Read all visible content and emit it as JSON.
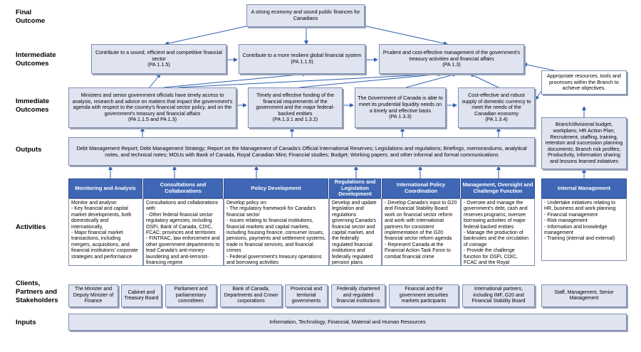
{
  "rows": {
    "final": "Final\nOutcome",
    "intermediate": "Intermediate\nOutcomes",
    "immediate": "Immediate\nOutcomes",
    "outputs": "Outputs",
    "activities": "Activities",
    "clients": "Clients,\nPartners and\nStakeholders",
    "inputs": "Inputs"
  },
  "final_outcome": "A strong economy and sound public finances for Canadians",
  "intermediate_outcomes": [
    {
      "text": "Contribute to a sound, efficient and competitive financial sector",
      "ref": "(PA 1.1.5)"
    },
    {
      "text": "Contribute to a more resilient global financial system",
      "ref": "(PA 1.1.5)"
    },
    {
      "text": "Prudent and cost-effective management of the government's treasury activities and financial affairs",
      "ref": "(PA 1.3)"
    }
  ],
  "immediate_outcomes": [
    {
      "text": "Ministers and senior government officials have timely access to analysis, research and advice on matters that impact the government's agenda with respect to the country's financial sector policy, and on the government's treasury and financial affairs",
      "ref": "(PA 1.1.5 and PA 1.3)"
    },
    {
      "text": "Timely and effective funding of the financial requirements of the government and the major federal-backed entities",
      "ref": "(PA 1.3.1 and 1.3.2)"
    },
    {
      "text": "The Government of Canada is able to meet its prudential liquidity needs on a timely and effective basis",
      "ref": "(PA 1.3.3)"
    },
    {
      "text": "Cost-effective and robust supply of domestic currency to meet the needs of the Canadian economy",
      "ref": "(PA 1.3.4)"
    }
  ],
  "internal": {
    "outcome": "Appropriate resources, tools and processes within the Branch to achieve objectives.",
    "output": "Branch/divisional budget, workplans; HR Action Plan; Recruitment, staffing, training, retention and succession planning documents; Branch risk profiles; Productivity, information sharing and lessons learned initiatives",
    "header": "Internal Management",
    "activities": "- Undertake initiatives relating to HR, business and work planning\n- Financial management\n- Risk management\n- Information and knowledge management\n- Training (internal and external)",
    "client": "Staff, Management, Senior Management"
  },
  "outputs_text": "Debt Management Report; Debt Management Strategy; Report on the Management of Canada's Official International Reserves; Legislations and regulations; Briefings, memorandums, analytical notes, and technical notes; MOUs with Bank of Canada, Royal Canadian Mint; Financial studies; Budget; Working papers; and other informal and formal communications",
  "activities": [
    {
      "header": "Monitoring and Analysis",
      "body": "Monitor and analyse:\n- Key financial and capital market developments, both domestically and internationally,\n- Major financial market transactions, including mergers, acquisitions, and financial institutions' corporate strategies and performance"
    },
    {
      "header": "Consultations and Collaborations",
      "body": "Consultations and collaborations with:\n- Other federal financial sector regulatory agencies, including OSFI, Bank of Canada, CDIC, FCAC; provinces and territories\n- FINTRAC, law enforcement and other government departments to lead Canada's anti-money-laundering and anti-terrorist-financing regime"
    },
    {
      "header": "Policy Development",
      "body": "Develop policy on:\n- The regulatory framework for Canada's financial sector\n- Issues relating to financial institutions, financial markets and capital markets, including housing finance, consumer issues, pensions, payments and settlement systems, trade in financial services, and financial crimes\n- Federal government's treasury operations and borrowing activities"
    },
    {
      "header": "Regulations and Legislation Development",
      "body": "Develop and update legislation and regulations governing Canada's financial sector and capital market, and the federally regulated financial institutions and federally regulated pension plans"
    },
    {
      "header": "International Policy Coordination",
      "body": "- Develop Canada's input to G20 and Financial Stability Board work on financial sector reform and work with international partners for consistent implementation of the G20 financial sector reform agenda\n- Represent Canada at the Financial Action Task Force to combat financial crime"
    },
    {
      "header": "Management, Oversight and Challenge Function",
      "body": "- Oversee and manage the government's debt, cash and reserves programs; oversee borrowing activities of major federal-backed entities\n- Manage the production of banknotes and the circulation of coinage\n- Provide the challenge function for OSFI, CDIC, FCAC and the Royal Canadian Mint"
    }
  ],
  "clients": [
    "The Minister and Deputy Minister of Finance",
    "Cabinet and Treasury Board",
    "Parliament and parliamentary committees",
    "Bank of Canada, Departments and Crown corporations",
    "Provincial and territorial governments",
    "Federally chartered and regulated financial institutions",
    "Financial and the government securities markets participants",
    "International partners, including IMF, G20 and Financial Stability Board"
  ],
  "inputs_text": "Information, Technology, Financial, Material and Human Resources",
  "colors": {
    "box_fill": "#dfe4f0",
    "header_fill": "#3f67b5",
    "line": "#2f5faf"
  }
}
